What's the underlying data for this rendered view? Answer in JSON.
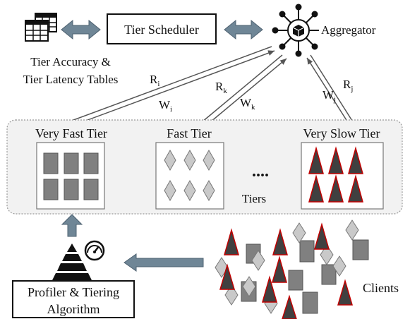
{
  "tier_scheduler": {
    "label": "Tier Scheduler"
  },
  "aggregator": {
    "label": "Aggregator"
  },
  "tables": {
    "line1": "Tier Accuracy &",
    "line2": "Tier Latency Tables"
  },
  "links": {
    "left": {
      "r_main": "R",
      "r_sub": "i",
      "w_main": "W",
      "w_sub": "i"
    },
    "middle": {
      "r_main": "R",
      "r_sub": "k",
      "w_main": "W",
      "w_sub": "k"
    },
    "right": {
      "r_main": "R",
      "r_sub": "j",
      "w_main": "W",
      "w_sub": "j"
    }
  },
  "tiers": {
    "very_fast": "Very Fast Tier",
    "fast": "Fast Tier",
    "very_slow": "Very Slow Tier",
    "ellipsis": "....",
    "group_label": "Tiers"
  },
  "profiler": {
    "line1": "Profiler & Tiering",
    "line2": "Algorithm"
  },
  "clients": {
    "label": "Clients"
  },
  "colors": {
    "arrow_fill": "#6f8696",
    "tier_panel": "#f2f2f2",
    "gray_shape": "#808080",
    "light_diamond": "#c9c9c9",
    "triangle_fill": "#404040",
    "triangle_stroke": "#c00000"
  }
}
